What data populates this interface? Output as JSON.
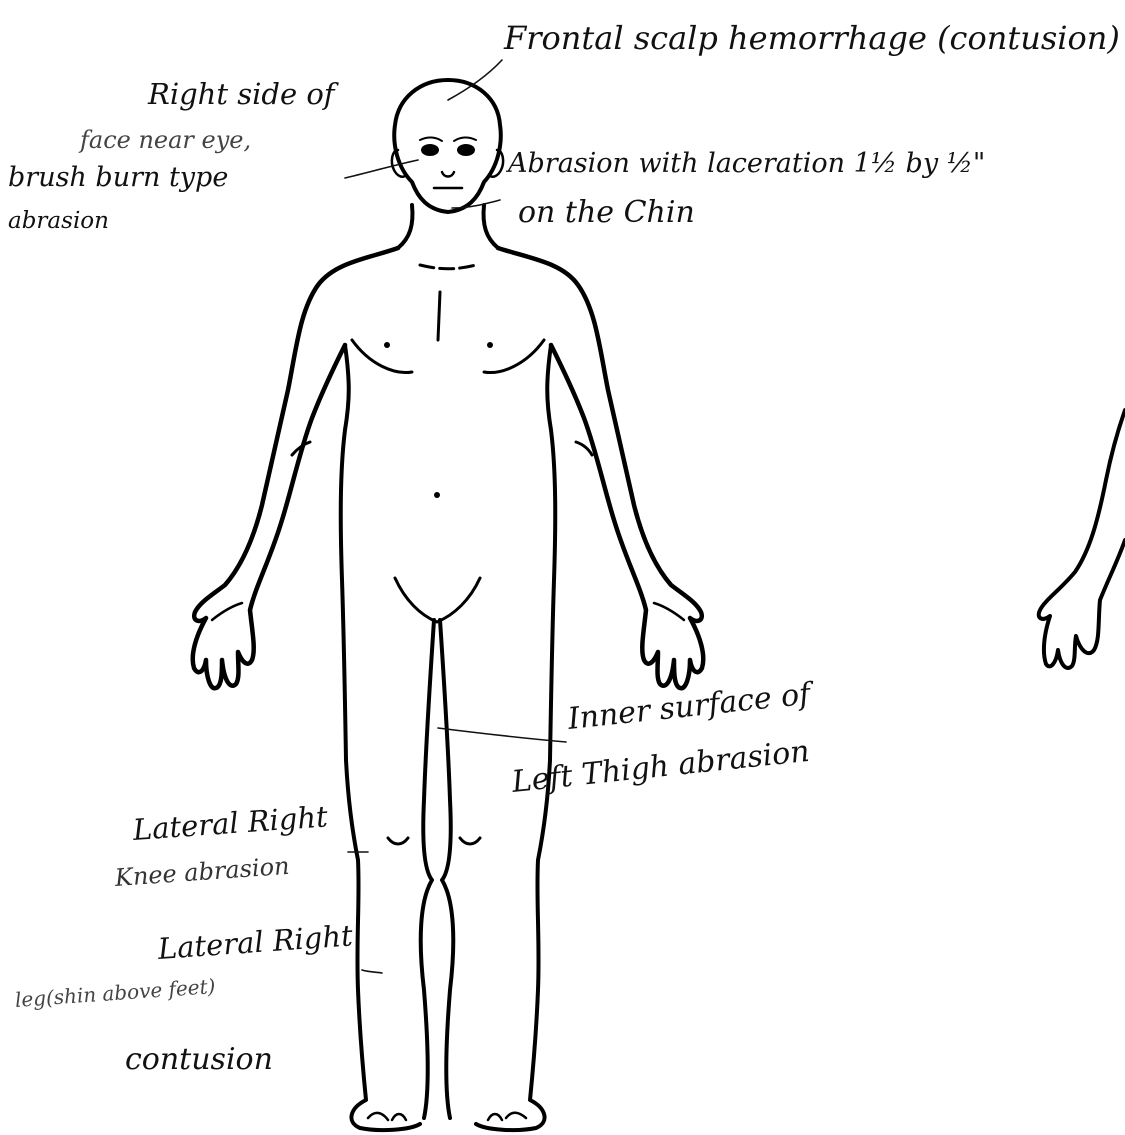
{
  "annotations": {
    "scalp": "Frontal scalp hemorrhage (contusion)",
    "face": [
      "Right side of",
      "face near eye,",
      "brush burn type",
      "abrasion"
    ],
    "chin": [
      "Abrasion with laceration 1½ by ½\"",
      "on the Chin"
    ],
    "thigh": [
      "Inner surface of",
      "Left Thigh abrasion"
    ],
    "knee": [
      "Lateral Right",
      "Knee abrasion"
    ],
    "leg": [
      "Lateral Right",
      "leg(shin above feet)",
      "contusion"
    ]
  },
  "figure": {
    "front_view_icon": "human-body-front-outline",
    "back_view_icon": "human-body-back-outline-partial"
  }
}
